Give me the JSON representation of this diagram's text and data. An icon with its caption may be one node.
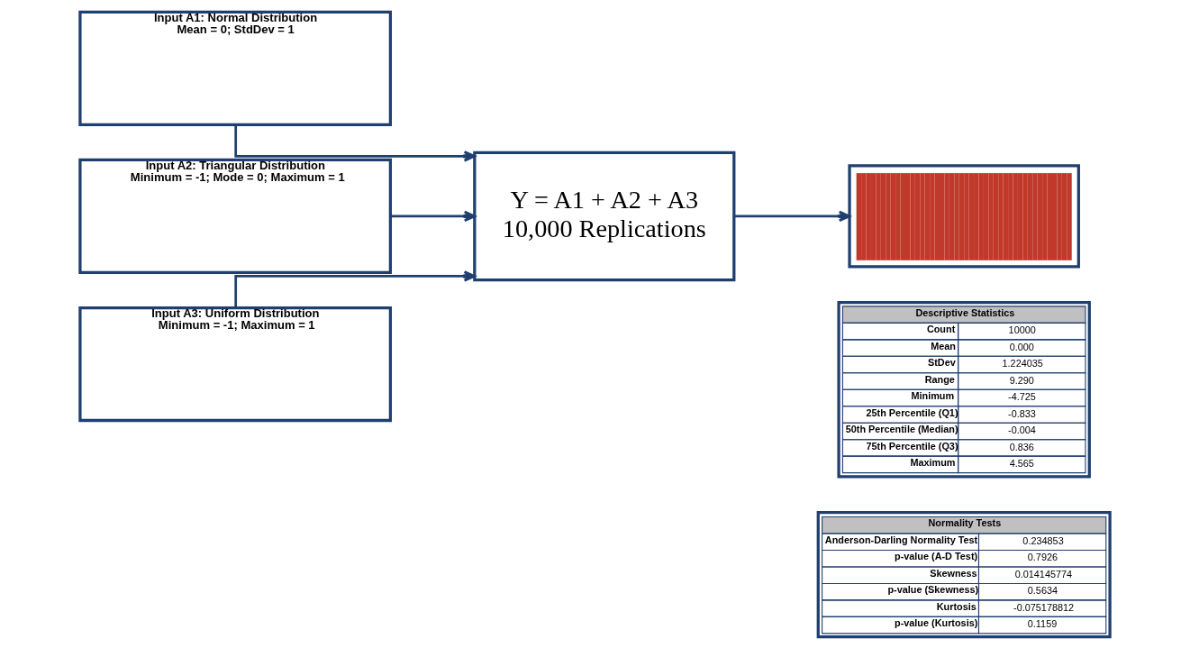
{
  "diagram": {
    "nodes": [
      {
        "text": [
          "Input A1: Normal Distribution",
          "Mean = 0; StdDev = 1"
        ]
      },
      {
        "text": [
          "Input A2: Triangular Distribution",
          "Minimum = -1; Mode = 0; Maximum = 1"
        ]
      },
      {
        "text": [
          "Input A3: Uniform Distribution",
          "Minimum = -1; Maximum = 1"
        ]
      },
      {
        "text": [
          "Y = A1 + A2 + A3",
          "10,000 Replications"
        ]
      },
      {
        "text": [],
        "shape": "picture"
      },
      {
        "text": [
          "Descriptive Statistics",
          "Count",
          "10000",
          "Mean",
          "0.000",
          "StDev",
          "1.224035",
          "Range",
          "9.290",
          "Minimum",
          "-4.725",
          "25th Percentile (Q1)",
          "-0.833",
          "50th Percentile (Median)",
          "-0.004",
          "75th Percentile (Q3)",
          "0.836",
          "Maximum",
          "4.565"
        ]
      },
      {
        "text": [
          "Normality Tests",
          "Anderson-Darling Normality Test",
          "0.234853",
          "p-value (A-D Test)",
          "0.7926",
          "Skewness",
          "0.014145774",
          "p-value (Skewness)",
          "0.5634",
          "Kurtosis",
          "-0.075178812",
          "p-value (Kurtosis)",
          "0.1159"
        ]
      }
    ],
    "edges": [
      {
        "from": 0,
        "to": 3,
        "arrow": "to"
      },
      {
        "from": 1,
        "to": 3,
        "arrow": "to"
      },
      {
        "from": 2,
        "to": 3,
        "arrow": "to"
      },
      {
        "from": 3,
        "to": 4,
        "arrow": "to"
      }
    ]
  }
}
